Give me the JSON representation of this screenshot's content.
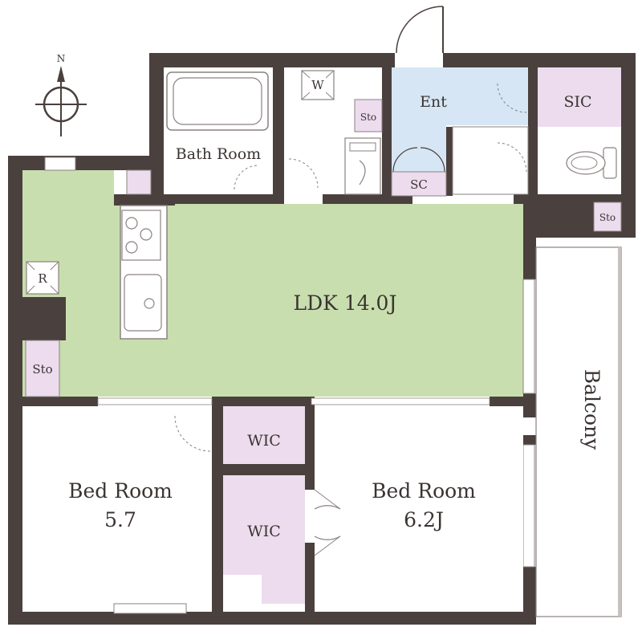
{
  "compass": {
    "north_label": "N"
  },
  "rooms": {
    "ldk": "LDK 14.0J",
    "bath": "Bath Room",
    "washer": "W",
    "entrance": "Ent",
    "sic": "SIC",
    "sc": "SC",
    "refrigerator": "R",
    "sto_bath": "Sto",
    "sto_toilet": "Sto",
    "sto_left": "Sto",
    "bed_left_name": "Bed Room",
    "bed_left_size": "5.7",
    "bed_right_name": "Bed Room",
    "bed_right_size": "6.2J",
    "wic_upper": "WIC",
    "wic_lower": "WIC",
    "balcony": "Balcony"
  },
  "colors": {
    "wall": "#4a403d",
    "ldk_fill": "#c9deae",
    "entrance_fill": "#d6e6f4",
    "storage_fill": "#ecdcee",
    "room_fill": "#ffffff",
    "line": "#8a8280"
  }
}
